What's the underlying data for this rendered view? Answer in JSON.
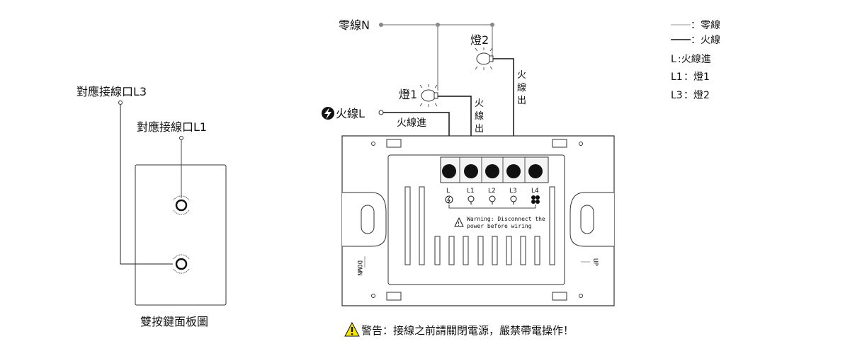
{
  "left_panel": {
    "label_l3": "對應接線口L3",
    "label_l1": "對應接線口L1",
    "caption": "雙按鍵面板圖"
  },
  "wiring": {
    "neutral_label": "零線N",
    "live_label": "火線L",
    "live_in_label": "火線進",
    "lamp1_label": "燈1",
    "lamp2_label": "燈2",
    "live_out_1": [
      "火",
      "線",
      "出"
    ],
    "live_out_2": [
      "火",
      "線",
      "出"
    ]
  },
  "device": {
    "terminals": [
      "L",
      "L1",
      "L2",
      "L3",
      "L4"
    ],
    "terminal_icons": [
      "lightning-icon",
      "bulb-icon",
      "bulb-icon",
      "bulb-icon",
      "fan-icon"
    ],
    "warning_line1": "Warning: Disconnect the",
    "warning_line2": "power before wiring",
    "down_label": "DOWN",
    "up_label": "UP"
  },
  "legend": {
    "items": [
      {
        "symbol": "——",
        "text": "：零線",
        "color": "#999999"
      },
      {
        "symbol": "——",
        "text": "：火線",
        "color": "#111111"
      },
      {
        "symbol": "L",
        "text": ":火線進"
      },
      {
        "symbol": "L1",
        "text": "：燈1"
      },
      {
        "symbol": "L3",
        "text": "：燈2"
      }
    ]
  },
  "footer_warning": "警告：接線之前請關閉電源，嚴禁帶電操作！",
  "colors": {
    "neutral_wire": "#999999",
    "live_wire": "#111111",
    "warning_yellow": "#f5e400"
  }
}
